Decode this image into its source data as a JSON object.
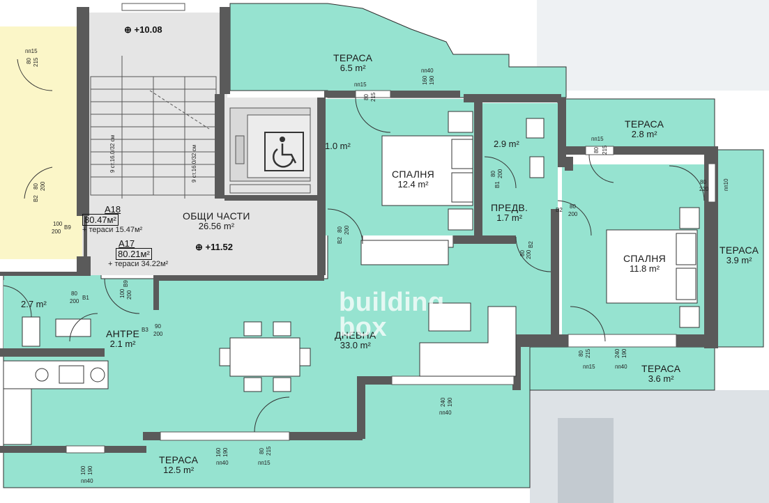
{
  "rooms": {
    "terrace_top": {
      "name": "ТЕРАСА",
      "area": "6.5 m²"
    },
    "terrace_right_top": {
      "name": "ТЕРАСА",
      "area": "2.8 m²"
    },
    "terrace_right": {
      "name": "ТЕРАСА",
      "area": "3.9 m²"
    },
    "terrace_right_bottom": {
      "name": "ТЕРАСА",
      "area": "3.6 m²"
    },
    "terrace_bottom": {
      "name": "ТЕРАСА",
      "area": "12.5 m²"
    },
    "bedroom_1": {
      "name": "СПАЛНЯ",
      "area": "12.4 m²"
    },
    "bedroom_2": {
      "name": "СПАЛНЯ",
      "area": "11.8 m²"
    },
    "bathroom_top": {
      "area": "2.9 m²"
    },
    "closet": {
      "area": "1.0 m²"
    },
    "hall": {
      "name": "ПРЕДВ.",
      "area": "1.7 m²"
    },
    "common": {
      "name": "ОБЩИ ЧАСТИ",
      "area": "26.56 m²"
    },
    "living": {
      "name": "ДНЕВНА",
      "area": "33.0 m²"
    },
    "entry": {
      "name": "АНТРЕ",
      "area": "2.1 m²"
    },
    "bathroom_left": {
      "area": "2.7 m²"
    }
  },
  "apartments": {
    "a18": {
      "code": "A18",
      "total": "80.47м²",
      "terraces": "+ тераси 15.47м²"
    },
    "a17": {
      "code": "A17",
      "total": "80.21м²",
      "terraces": "+ тераси 34.22м²"
    }
  },
  "levels": {
    "top": "+10.08",
    "mid": "+11.52"
  },
  "stairs": {
    "flight1": "9 ст.16.0/32 см",
    "flight2": "9 ст.16.0/32 см"
  },
  "marks": {
    "d1": "пп15",
    "d2": "80",
    "d3": "215",
    "d4": "пп40",
    "d5": "160",
    "d6": "190",
    "d7": "пп15",
    "d8": "80",
    "d9": "215",
    "d10": "пп15",
    "d11": "80",
    "d12": "215",
    "d13": "80",
    "d14": "220",
    "d15": "пп10",
    "d16": "B1",
    "d17": "80",
    "d18": "200",
    "d19": "B2",
    "d20": "80",
    "d21": "200",
    "d22": "B2",
    "d23": "80",
    "d24": "200",
    "d25": "B2",
    "d26": "80",
    "d27": "200",
    "d28": "B2",
    "d29": "80",
    "d30": "200",
    "d31": "100",
    "d32": "200",
    "d33": "B9",
    "d34": "100",
    "d35": "200",
    "d36": "B9",
    "d37": "80",
    "d38": "200",
    "d39": "B1",
    "d40": "B3",
    "d41": "90",
    "d42": "200",
    "d43": "80",
    "d44": "215",
    "d45": "пп15",
    "d46": "240",
    "d47": "190",
    "d48": "пп40",
    "d49": "240",
    "d50": "190",
    "d51": "пп40",
    "d52": "160",
    "d53": "190",
    "d54": "пп40",
    "d55": "80",
    "d56": "215",
    "d57": "пп15",
    "d58": "100",
    "d59": "190",
    "d60": "пп40"
  },
  "watermark": {
    "line1": "building",
    "line2": "box"
  },
  "colors": {
    "floor": "#96e3d0",
    "wall": "#5a5a5a",
    "common": "#e5e5e5",
    "neighbor": "#fbf6c8"
  }
}
